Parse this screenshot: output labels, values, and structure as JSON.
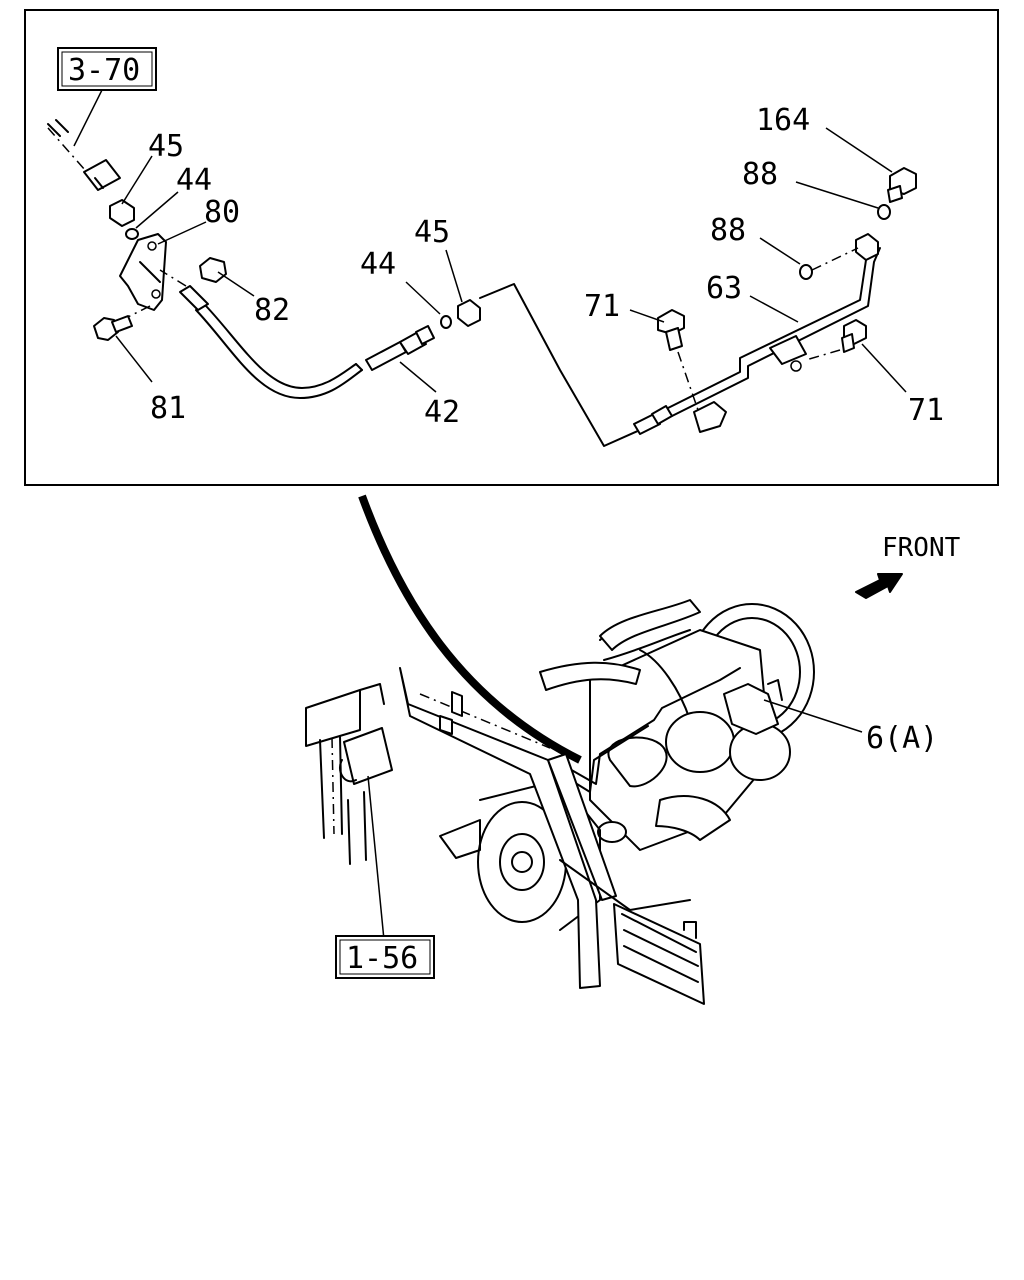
{
  "callouts": {
    "ref_3_70": "3-70",
    "ref_1_56": "1-56",
    "p45_top": "45",
    "p44_top": "44",
    "p80": "80",
    "p82": "82",
    "p81": "81",
    "p44_mid": "44",
    "p45_mid": "45",
    "p42": "42",
    "p71_left": "71",
    "p164": "164",
    "p88_top": "88",
    "p88_mid": "88",
    "p63": "63",
    "p71_right": "71",
    "p6a": "6(A)"
  },
  "front_label": "FRONT",
  "icons": {
    "direction": "arrow-icon"
  },
  "colors": {
    "line": "#000000",
    "background": "#ffffff"
  }
}
